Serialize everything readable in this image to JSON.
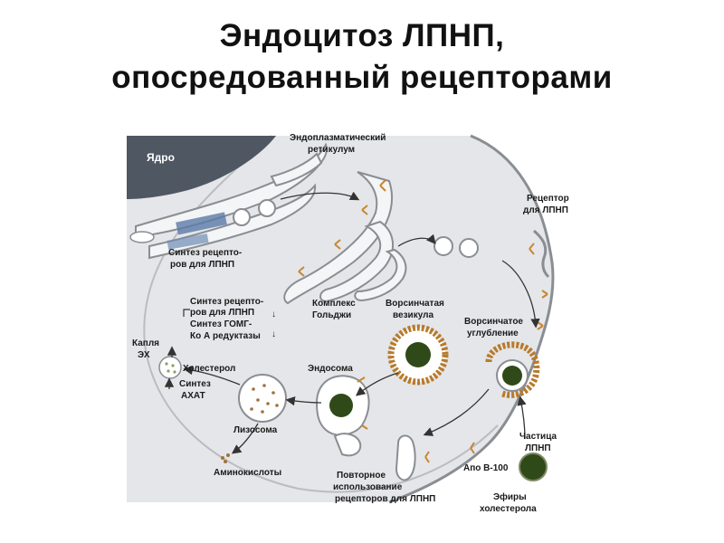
{
  "title": {
    "line1": "Эндоцитоз ЛПНП,",
    "line2": "опосредованный рецепторами"
  },
  "labels": {
    "nucleus": "Ядро",
    "er_1": "Эндоплазматический",
    "er_2": "ретикулум",
    "receptor_1": "Рецептор",
    "receptor_2": "для ЛПНП",
    "synth_rec_1": "Синтез рецепто-",
    "synth_rec_2": "ров для ЛПНП",
    "golgi_1": "Комплекс",
    "golgi_2": "Гольджи",
    "coated_vesicle_1": "Ворсинчатая",
    "coated_vesicle_2": "везикула",
    "coated_pit_1": "Ворсинчатое",
    "coated_pit_2": "углубление",
    "reg_1": "Синтез рецепто-",
    "reg_2": "ров для ЛПНП",
    "reg_3": "Синтез ГОМГ-",
    "reg_4": "Ко А редуктазы",
    "droplet_1": "Капля",
    "droplet_2": "ЭХ",
    "cholesterol": "Холестерол",
    "acat_1": "Синтез",
    "acat_2": "АХАТ",
    "endosome": "Эндосома",
    "lysosome": "Лизосома",
    "amino": "Аминокислоты",
    "recycle_1": "Повторное",
    "recycle_2": "использование",
    "recycle_3": "рецепторов для ЛПНП",
    "ldl_1": "Частица",
    "ldl_2": "ЛПНП",
    "apo": "Апо В-100",
    "esters_1": "Эфиры",
    "esters_2": "холестерола"
  },
  "colors": {
    "background": "#ffffff",
    "cytoplasm": "#e4e6e9",
    "nucleus": "#4f5763",
    "membrane": "#8a8d92",
    "ldl_core": "#2f4a18",
    "coat": "#b87a2a",
    "receptor": "#c8862e"
  }
}
